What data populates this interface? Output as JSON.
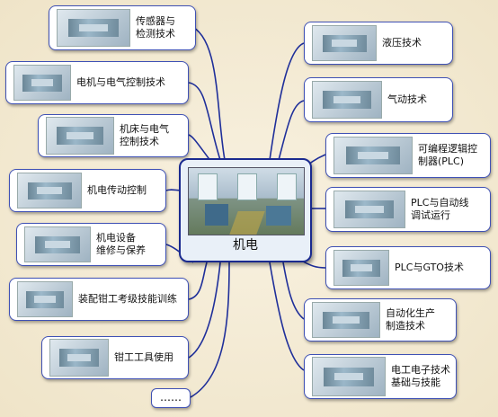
{
  "center": {
    "label": "机电"
  },
  "left_nodes": [
    {
      "label": "传感器与\n检测技术"
    },
    {
      "label": "电机与电气控制技术"
    },
    {
      "label": "机床与电气\n控制技术"
    },
    {
      "label": "机电传动控制"
    },
    {
      "label": "机电设备\n维修与保养"
    },
    {
      "label": "装配钳工考级技能训练"
    },
    {
      "label": "钳工工具使用"
    }
  ],
  "right_nodes": [
    {
      "label": "液压技术"
    },
    {
      "label": "气动技术"
    },
    {
      "label": "可编程逻辑控\n制器(PLC)"
    },
    {
      "label": "PLC与自动线\n调试运行"
    },
    {
      "label": "PLC与GTO技术"
    },
    {
      "label": "自动化生产\n制造技术"
    },
    {
      "label": "电工电子技术\n基础与技能"
    }
  ],
  "more": {
    "label": "……"
  },
  "colors": {
    "line": "#1f2f9a",
    "border": "#3f51b5"
  }
}
